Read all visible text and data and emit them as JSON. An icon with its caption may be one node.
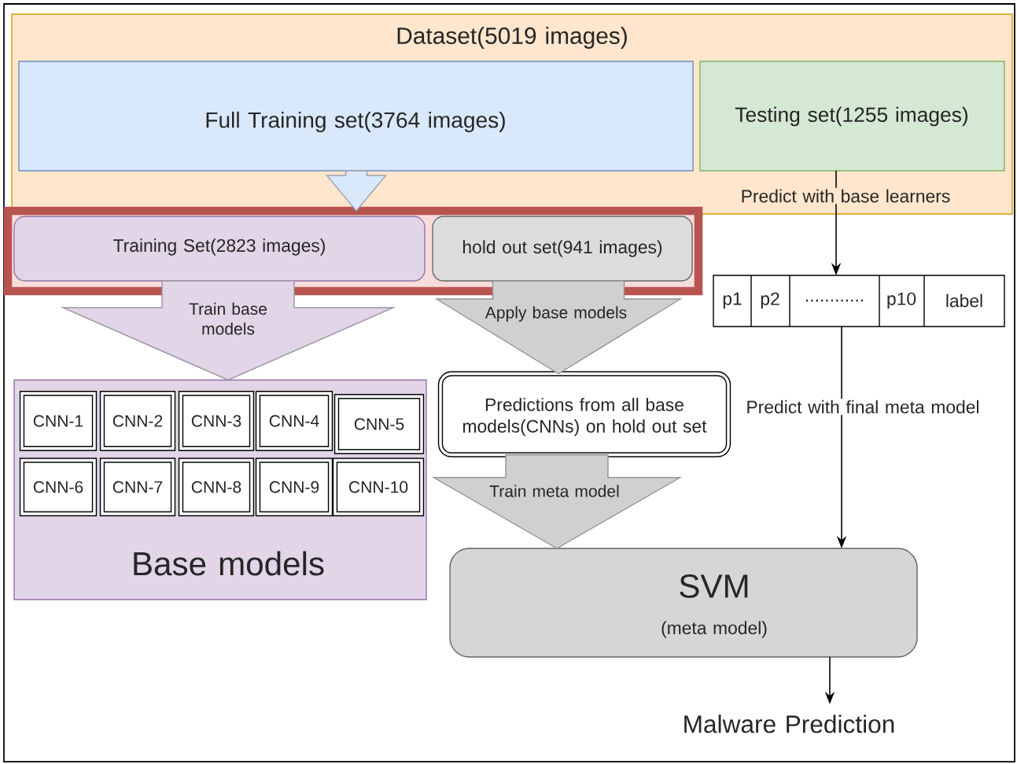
{
  "diagram": {
    "nodes": [
      {
        "text": [
          "Dataset(5019 images)"
        ]
      },
      {
        "text": [
          "Full Training set(3764 images)"
        ],
        "in": 0
      },
      {
        "text": [
          "Testing set(1255 images)"
        ],
        "in": 0
      },
      {
        "text": [],
        "shape": "box"
      },
      {
        "text": [
          "Training Set(2823 images)"
        ],
        "in": 3
      },
      {
        "text": [
          "hold out set(941 images)"
        ],
        "in": 3
      },
      {
        "text": [
          "Base models"
        ]
      },
      {
        "text": [
          "CNN-1"
        ],
        "in": 6
      },
      {
        "text": [
          "CNN-2"
        ],
        "in": 6
      },
      {
        "text": [
          "CNN-3"
        ],
        "in": 6
      },
      {
        "text": [
          "CNN-4"
        ],
        "in": 6
      },
      {
        "text": [
          "CNN-5"
        ],
        "in": 6
      },
      {
        "text": [
          "CNN-6"
        ],
        "in": 6
      },
      {
        "text": [
          "CNN-7"
        ],
        "in": 6
      },
      {
        "text": [
          "CNN-8"
        ],
        "in": 6
      },
      {
        "text": [
          "CNN-9"
        ],
        "in": 6
      },
      {
        "text": [
          "CNN-10"
        ],
        "in": 6
      },
      {
        "text": [
          "Predictions from all base models(CNNs) on hold out set"
        ]
      },
      {
        "text": [
          "SVM",
          "(meta model)"
        ]
      },
      {
        "text": [
          "p1",
          "p2",
          "............",
          "p10",
          "label"
        ]
      },
      {
        "text": [
          "Malware Prediction"
        ]
      }
    ],
    "edges": [
      {
        "from": 1,
        "to": 3,
        "arrow": "to",
        "style": "thick",
        "color": "#dae8fc"
      },
      {
        "from": 4,
        "to": 6,
        "arrow": "to",
        "style": "thick",
        "color": "#e1d5e7",
        "label": "Train base models"
      },
      {
        "from": 5,
        "to": 17,
        "arrow": "to",
        "style": "thick",
        "color": "#d0d0d0",
        "label": "Apply base models"
      },
      {
        "from": 17,
        "to": 18,
        "arrow": "to",
        "style": "thick",
        "color": "#d0d0d0",
        "label": "Train meta model"
      },
      {
        "from": 2,
        "to": 19,
        "arrow": "to",
        "label": "Predict with base learners"
      },
      {
        "from": 19,
        "to": 18,
        "arrow": "to",
        "label": "Predict with final meta model"
      },
      {
        "from": 18,
        "to": 20,
        "arrow": "to"
      }
    ]
  }
}
